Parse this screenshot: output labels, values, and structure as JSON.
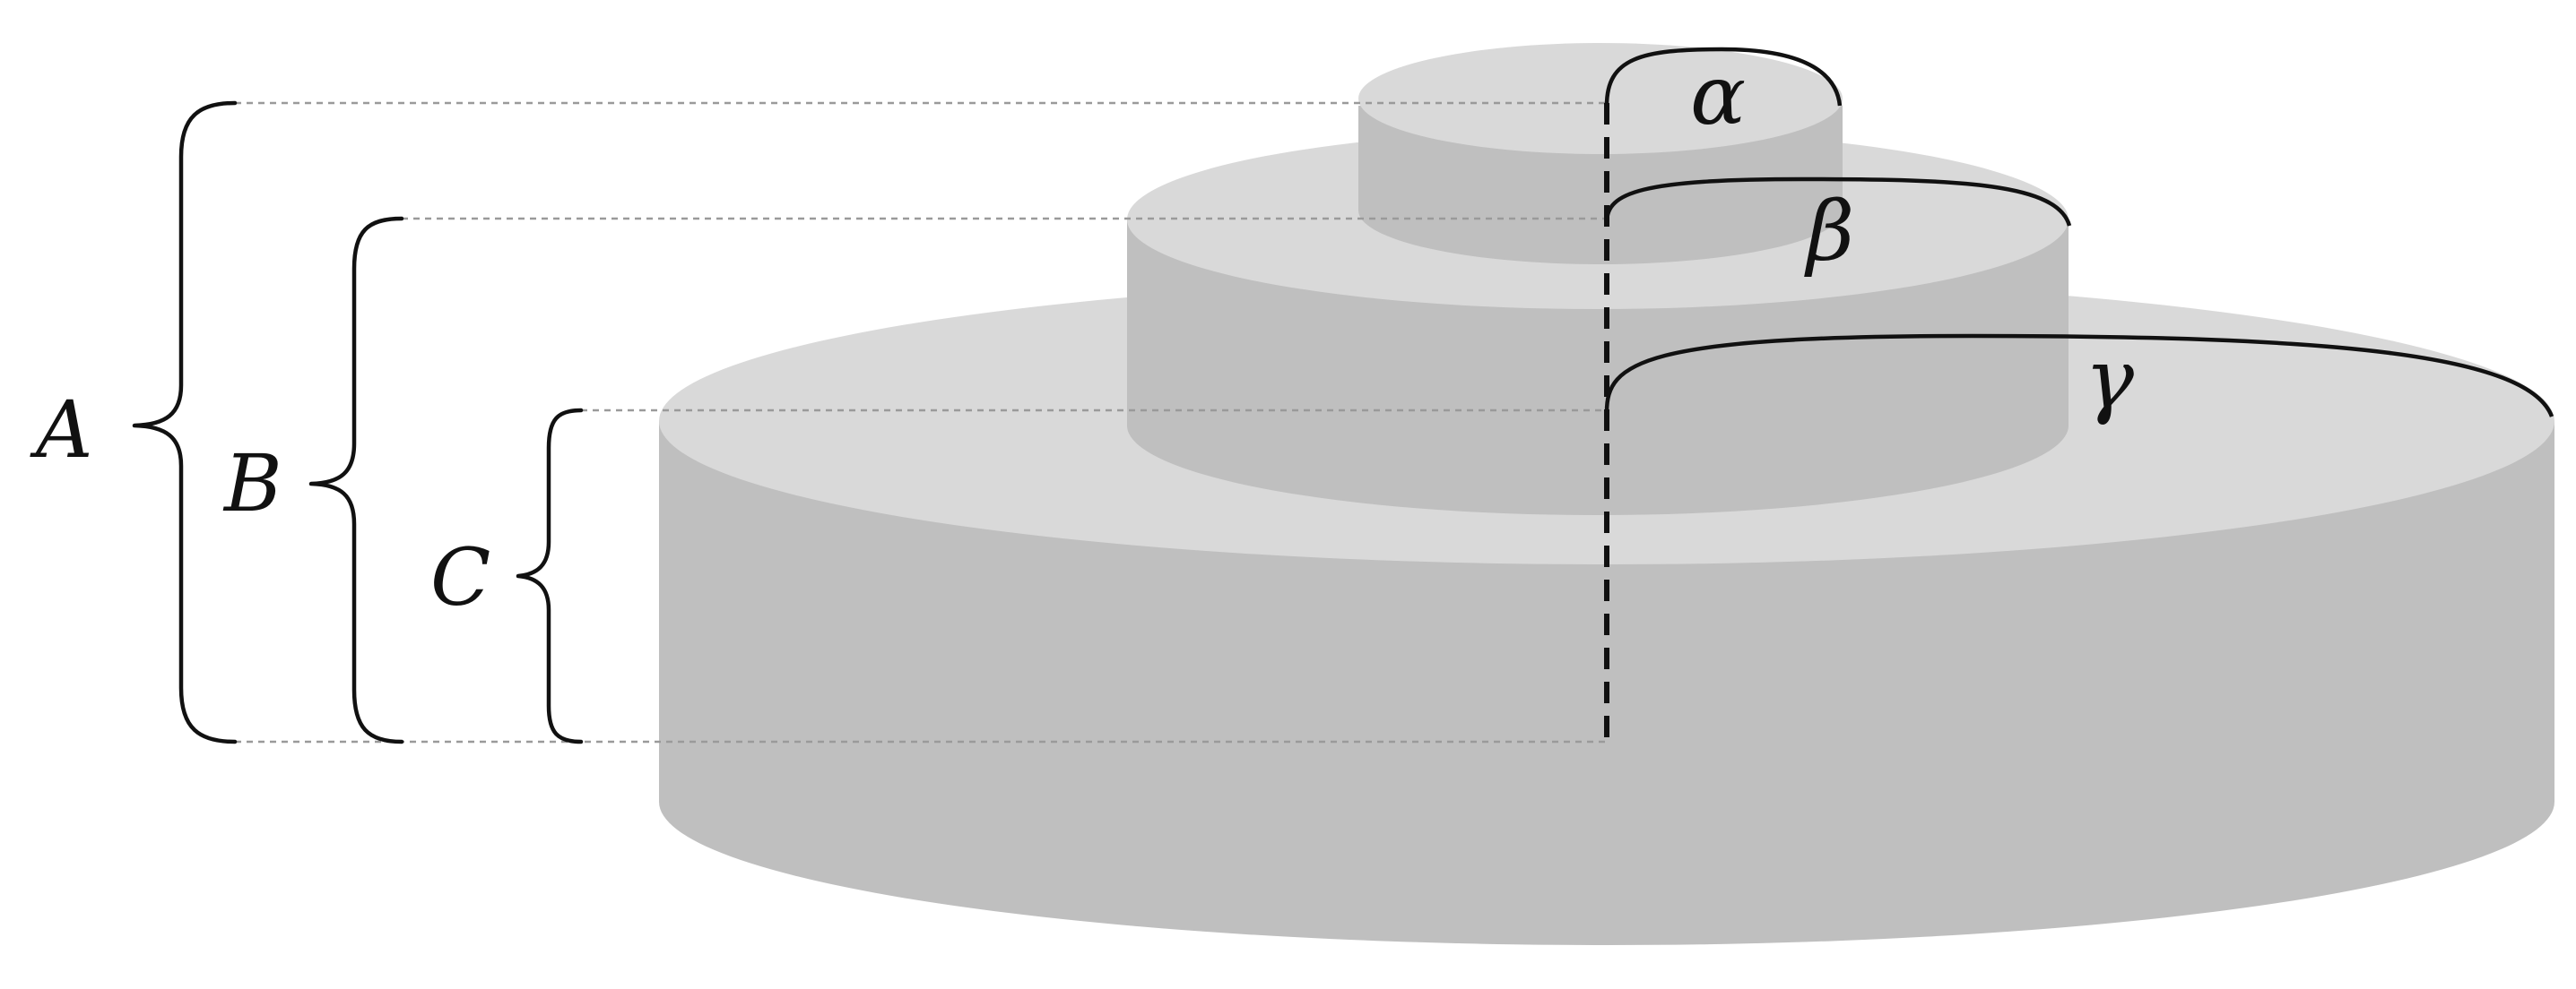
{
  "labels": {
    "A": "A",
    "B": "B",
    "C": "C",
    "alpha": "α",
    "beta": "β",
    "gamma": "γ"
  },
  "colors": {
    "background": "#ffffff",
    "top_face": "#d9d9d9",
    "side_face": "#bfbfbf",
    "stroke": "#111111",
    "guide": "#9a9a9a"
  }
}
